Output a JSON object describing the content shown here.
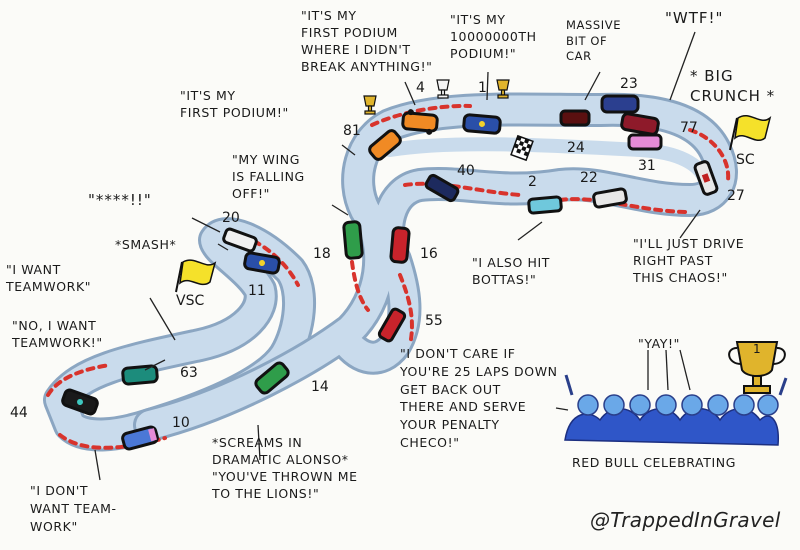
{
  "quotes": {
    "first_podium_nobreak": "\"IT'S MY\nFIRST PODIUM\nWHERE I DIDN'T\nBREAK ANYTHING!\"",
    "hundredth_podium": "\"IT'S MY\n10000000TH\nPODIUM!\"",
    "massive_bit": "MASSIVE\nBIT OF\nCAR",
    "wtf": "\"WTF!\"",
    "big_crunch": "* BIG\nCRUNCH *",
    "first_podium": "\"IT'S MY\nFIRST PODIUM!\"",
    "wing_falling": "\"MY WING\nIS FALLING\nOFF!\"",
    "stars": "\"****!!\"",
    "smash": "*SMASH*",
    "want_teamwork": "\"I WANT\nTEAMWORK\"",
    "no_want_teamwork": "\"NO, I WANT\nTEAMWORK!\"",
    "also_hit_bottas": "\"I ALSO HIT\nBOTTAS!\"",
    "drive_past_chaos": "\"I'LL JUST DRIVE\nRIGHT PAST\nTHIS CHAOS!\"",
    "dont_care": "\"I DON'T CARE IF\nYOU'RE 25 LAPS DOWN\nGET BACK OUT\nTHERE AND SERVE\nYOUR PENALTY\nCHECO!\"",
    "yay": "\"YAY!\"",
    "screams": "*SCREAMS IN\nDRAMATIC ALONSO*\n\"YOU'VE THROWN ME\nTO THE LIONS!\"",
    "dont_want_teamwork": "\"I DON'T\nWANT TEAM-\nWORK\"",
    "red_bull": "RED BULL CELEBRATING"
  },
  "labels": {
    "vsc": "VSC",
    "sc": "SC",
    "trophy_1": "1"
  },
  "car_numbers": {
    "n4": "4",
    "n1": "1",
    "n23": "23",
    "n77": "77",
    "n81": "81",
    "n24": "24",
    "n31": "31",
    "n40": "40",
    "n2": "2",
    "n22": "22",
    "n27": "27",
    "n20": "20",
    "n18": "18",
    "n16": "16",
    "n11": "11",
    "n55": "55",
    "n63": "63",
    "n14": "14",
    "n44": "44",
    "n10": "10"
  },
  "credit": "@TrappedInGravel",
  "colors": {
    "track": "#c9dbec",
    "track_edge": "#8ba6c2",
    "kerb_red": "#d8332c",
    "flag_yellow": "#f5e12a",
    "trophy_gold": "#e0b42c",
    "crowd_blue": "#2f56c8"
  }
}
